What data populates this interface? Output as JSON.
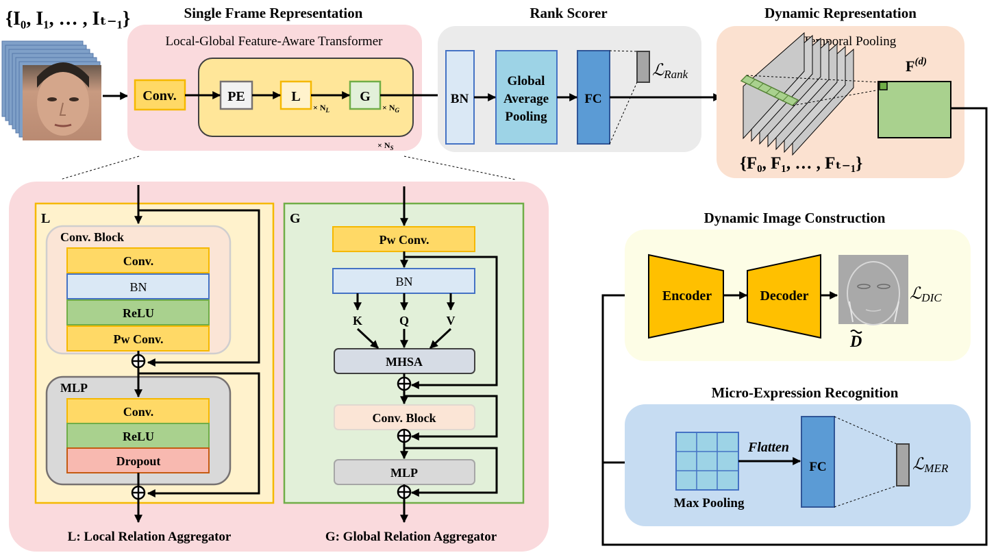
{
  "frames": {
    "label": "{I₀, I₁, … , Iₜ₋₁}",
    "count": 8
  },
  "single_frame": {
    "title": "Single Frame Representation",
    "subtitle": "Local-Global Feature-Aware Transformer",
    "conv": "Conv.",
    "pe": "PE",
    "l": "L",
    "g": "G",
    "times_nl": "× N",
    "nl_sub": "L",
    "times_ng": "× N",
    "ng_sub": "G",
    "times_ns": "× N",
    "ns_sub": "S"
  },
  "rank_scorer": {
    "title": "Rank Scorer",
    "bn": "BN",
    "gap_line1": "Global",
    "gap_line2": "Average",
    "gap_line3": "Pooling",
    "fc": "FC",
    "loss": "ℒ",
    "loss_sub": "Rank"
  },
  "dynamic_rep": {
    "title": "Dynamic Representation",
    "subtitle": "Temporal Pooling",
    "feature": "F",
    "feature_sup": "(d)",
    "features_label": "{F₀, F₁, … , Fₜ₋₁}"
  },
  "local_agg": {
    "tag": "L",
    "conv_block_title": "Conv. Block",
    "conv": "Conv.",
    "bn": "BN",
    "relu": "ReLU",
    "pw_conv": "Pw Conv.",
    "mlp_title": "MLP",
    "mlp_conv": "Conv.",
    "mlp_relu": "ReLU",
    "dropout": "Dropout",
    "caption": "L: Local Relation Aggregator"
  },
  "global_agg": {
    "tag": "G",
    "pw_conv": "Pw Conv.",
    "bn": "BN",
    "k": "K",
    "q": "Q",
    "v": "V",
    "mhsa": "MHSA",
    "conv_block": "Conv. Block",
    "mlp": "MLP",
    "caption": "G: Global Relation Aggregator"
  },
  "dic": {
    "title": "Dynamic Image Construction",
    "encoder": "Encoder",
    "decoder": "Decoder",
    "loss": "ℒ",
    "loss_sub": "DIC",
    "d_tilde": "D"
  },
  "mer": {
    "title": "Micro-Expression Recognition",
    "max_pooling": "Max Pooling",
    "flatten": "Flatten",
    "fc": "FC",
    "loss": "ℒ",
    "loss_sub": "MER"
  },
  "colors": {
    "pink_panel": "#fadadd",
    "gray_panel": "#ebebeb",
    "peach_panel": "#fbe1d0",
    "cream_panel": "#fdfde6",
    "blue_panel": "#c6dcf2",
    "yellow_box": "#ffd966",
    "orange_border": "#f5b800",
    "light_blue": "#dae8f5",
    "blue_border": "#4472c4",
    "green_box": "#a9d18e",
    "green_border": "#70ad47",
    "cyan_box": "#9dd3e6",
    "fc_blue": "#5b9bd5",
    "encoder_orange": "#ffc000",
    "dropout_red": "#f8b9b0",
    "dropout_border": "#c55a11"
  }
}
